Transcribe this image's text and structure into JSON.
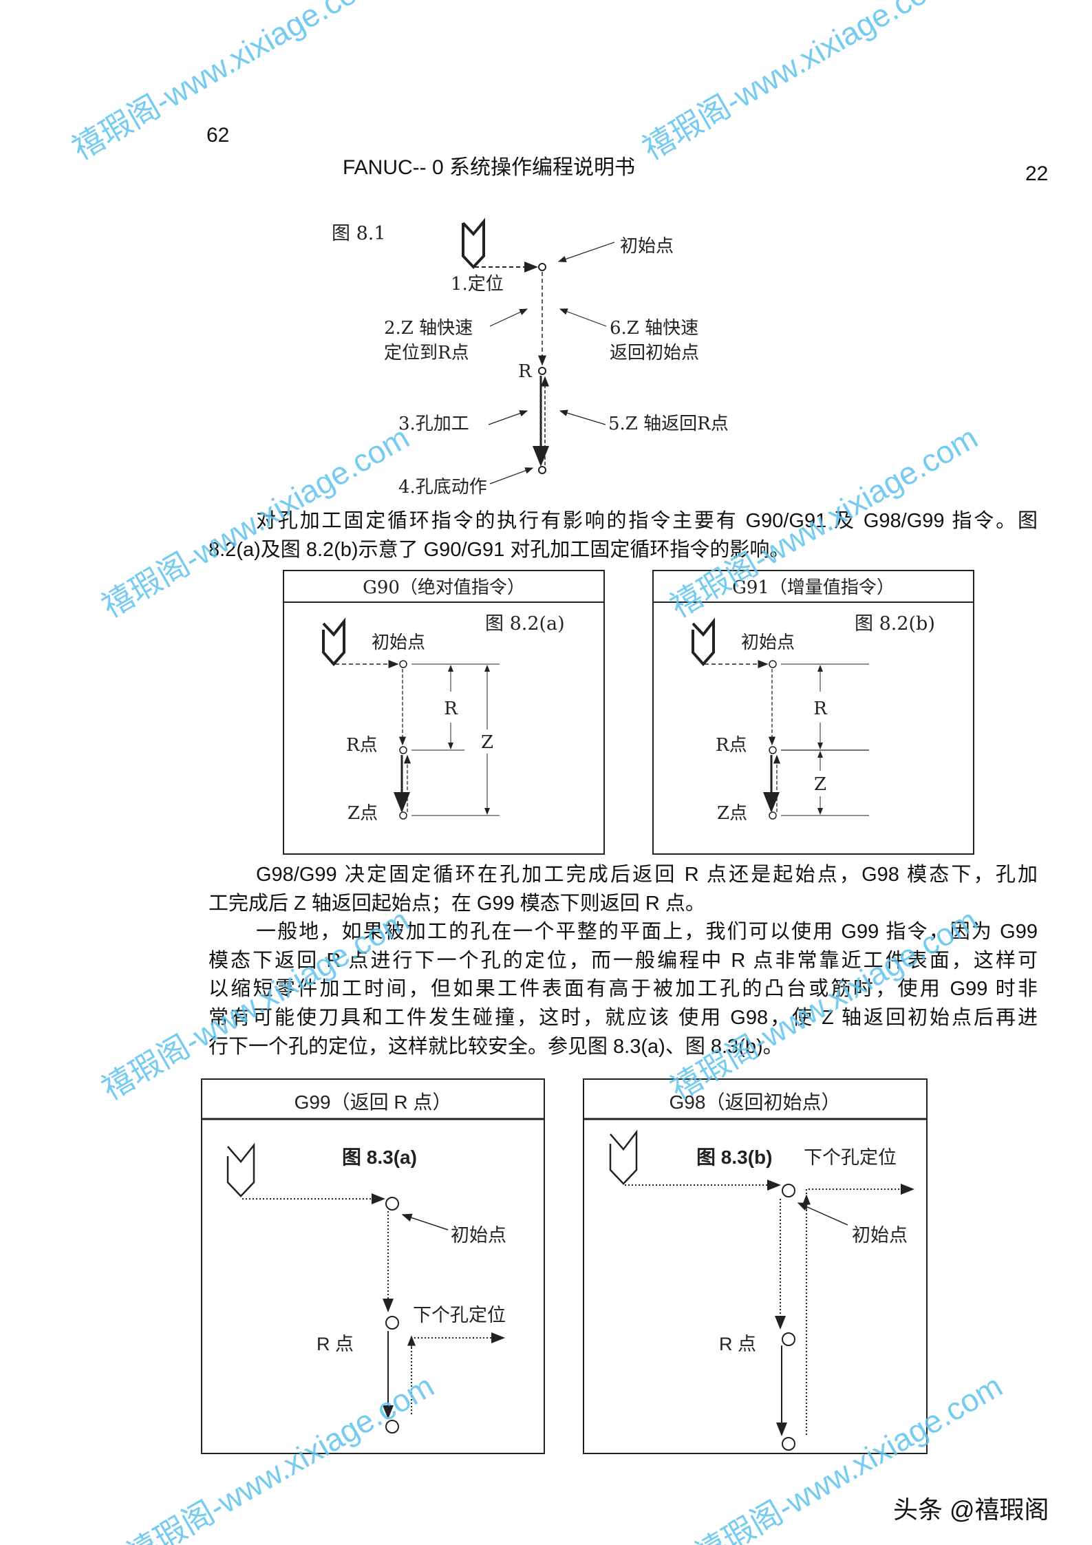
{
  "header": {
    "page_left": "62",
    "title": "FANUC-- 0 系统操作编程说明书",
    "page_right": "22"
  },
  "fig81": {
    "caption": "图 8.1",
    "initial_point": "初始点",
    "step1": "1.定位",
    "step2_a": "2.Z 轴快速",
    "step2_b": "定位到R点",
    "step6_a": "6.Z 轴快速",
    "step6_b": "返回初始点",
    "r_label": "R",
    "step3": "3.孔加工",
    "step5": "5.Z 轴返回R点",
    "step4": "4.孔底动作"
  },
  "para1": [
    "对孔加工固定循环指令的执行有影响的指令主要有 G90/G91 及 G98/G99 指令。图",
    "8.2(a)及图 8.2(b)示意了 G90/G91 对孔加工固定循环指令的影响。"
  ],
  "fig82a": {
    "title": "G90（绝对值指令）",
    "caption": "图 8.2(a)",
    "initial_point": "初始点",
    "r_dim": "R",
    "z_dim": "Z",
    "r_point": "R点",
    "z_point": "Z点"
  },
  "fig82b": {
    "title": "G91（增量值指令）",
    "caption": "图 8.2(b)",
    "initial_point": "初始点",
    "r_dim": "R",
    "z_dim": "Z",
    "r_point": "R点",
    "z_point": "Z点"
  },
  "para2": [
    "G98/G99 决定固定循环在孔加工完成后返回 R 点还是起始点，G98 模态下，孔加",
    "工完成后 Z 轴返回起始点；在 G99 模态下则返回 R 点。",
    "一般地，如果被加工的孔在一个平整的平面上，我们可以使用 G99 指令，因为 G99",
    "模态下返回 R 点进行下一个孔的定位，而一般编程中 R 点非常靠近工件表面，这样可",
    "以缩短零件加工时间，但如果工件表面有高于被加工孔的凸台或筋时，使用 G99 时非",
    "常有可能使刀具和工件发生碰撞，这时，就应该 使用 G98，使 Z 轴返回初始点后再进",
    "行下一个孔的定位，这样就比较安全。参见图 8.3(a)、图 8.3(b)。"
  ],
  "fig83a": {
    "title": "G99（返回 R 点）",
    "caption": "图 8.3(a)",
    "initial_point": "初始点",
    "next_hole": "下个孔定位",
    "r_point": "R 点"
  },
  "fig83b": {
    "title": "G98（返回初始点）",
    "caption": "图 8.3(b)",
    "initial_point": "初始点",
    "next_hole": "下个孔定位",
    "r_point": "R 点"
  },
  "watermark": {
    "text": "禧瑕阁-www.xixiage.com",
    "color": "#5ec3ee"
  },
  "footer": {
    "source": "头条 @禧瑕阁"
  }
}
